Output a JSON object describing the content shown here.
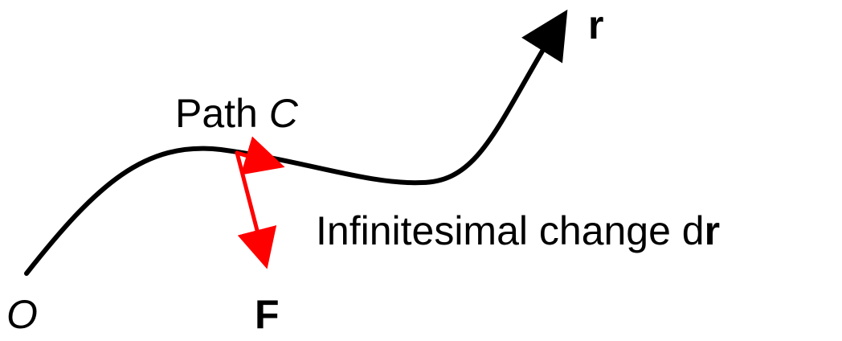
{
  "labels": {
    "origin": "O",
    "endpoint": "r",
    "path_prefix": "Path ",
    "path_name": "C",
    "change_prefix": "Infinitesimal change d",
    "change_symbol": "r",
    "force": "F"
  },
  "colors": {
    "path": "#000000",
    "vectors": "#ff0000",
    "text": "#000000"
  }
}
